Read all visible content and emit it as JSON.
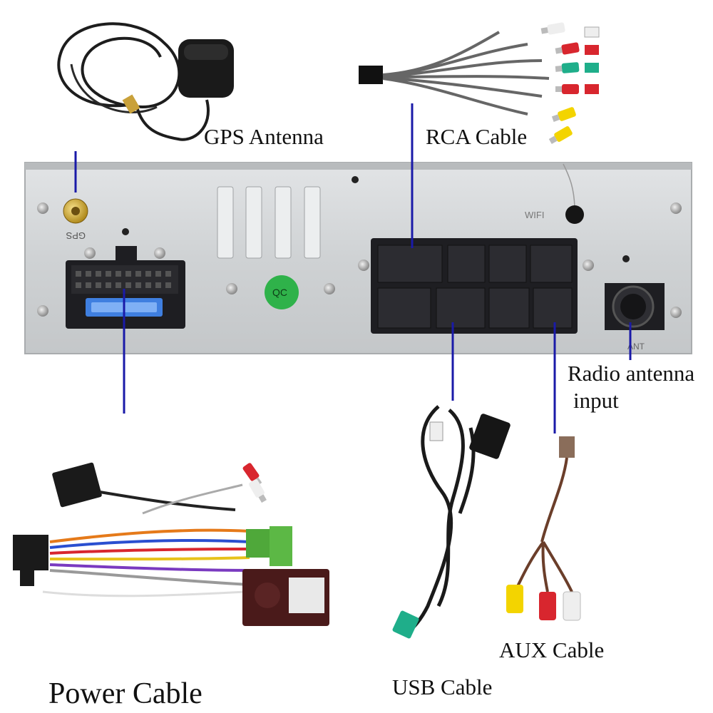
{
  "labels": {
    "gps_antenna": "GPS Antenna",
    "rca_cable": "RCA Cable",
    "radio_antenna_line1": "Radio antenna",
    "radio_antenna_line2": "input",
    "power_cable": "Power Cable",
    "usb_cable": "USB Cable",
    "aux_cable": "AUX Cable"
  },
  "panel_markings": {
    "gps_port": "GPS",
    "wifi_port": "WIFI",
    "antenna_port": "ANT",
    "sticker": "QC"
  },
  "colors": {
    "leader_line": "#1a1aa8",
    "panel": "#d4d6d8",
    "connector": "#1e1e22",
    "fuse": "#3f7fe0",
    "rca_red": "#d8262e",
    "rca_white": "#eeeeee",
    "rca_yellow": "#f3d400",
    "rca_green": "#1fae8a",
    "qc_sticker": "#2fb24a"
  }
}
